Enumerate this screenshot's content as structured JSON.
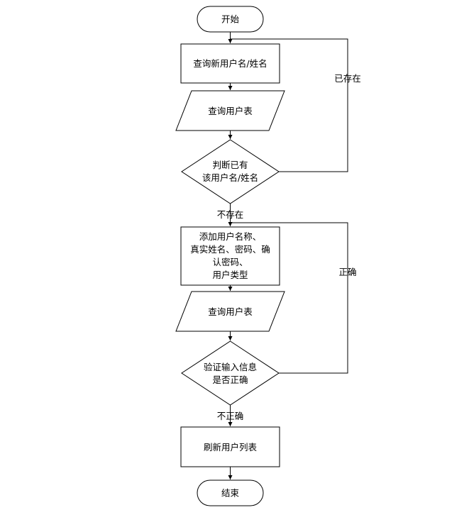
{
  "nodes": {
    "start": "开始",
    "query_new_user": "查询新用户名/姓名",
    "query_user_table_1": "查询用户表",
    "check_exists": [
      "判断已有",
      "该用户名/姓名"
    ],
    "add_user": [
      "添加用户名称、",
      "真实姓名、密码、确",
      "认密码、",
      "用户类型"
    ],
    "query_user_table_2": "查询用户表",
    "validate": [
      "验证输入信息",
      "是否正确"
    ],
    "refresh_list": "刷新用户列表",
    "end": "结束"
  },
  "edges": {
    "exists": "已存在",
    "not_exists": "不存在",
    "correct": "正确",
    "incorrect": "不正确"
  }
}
